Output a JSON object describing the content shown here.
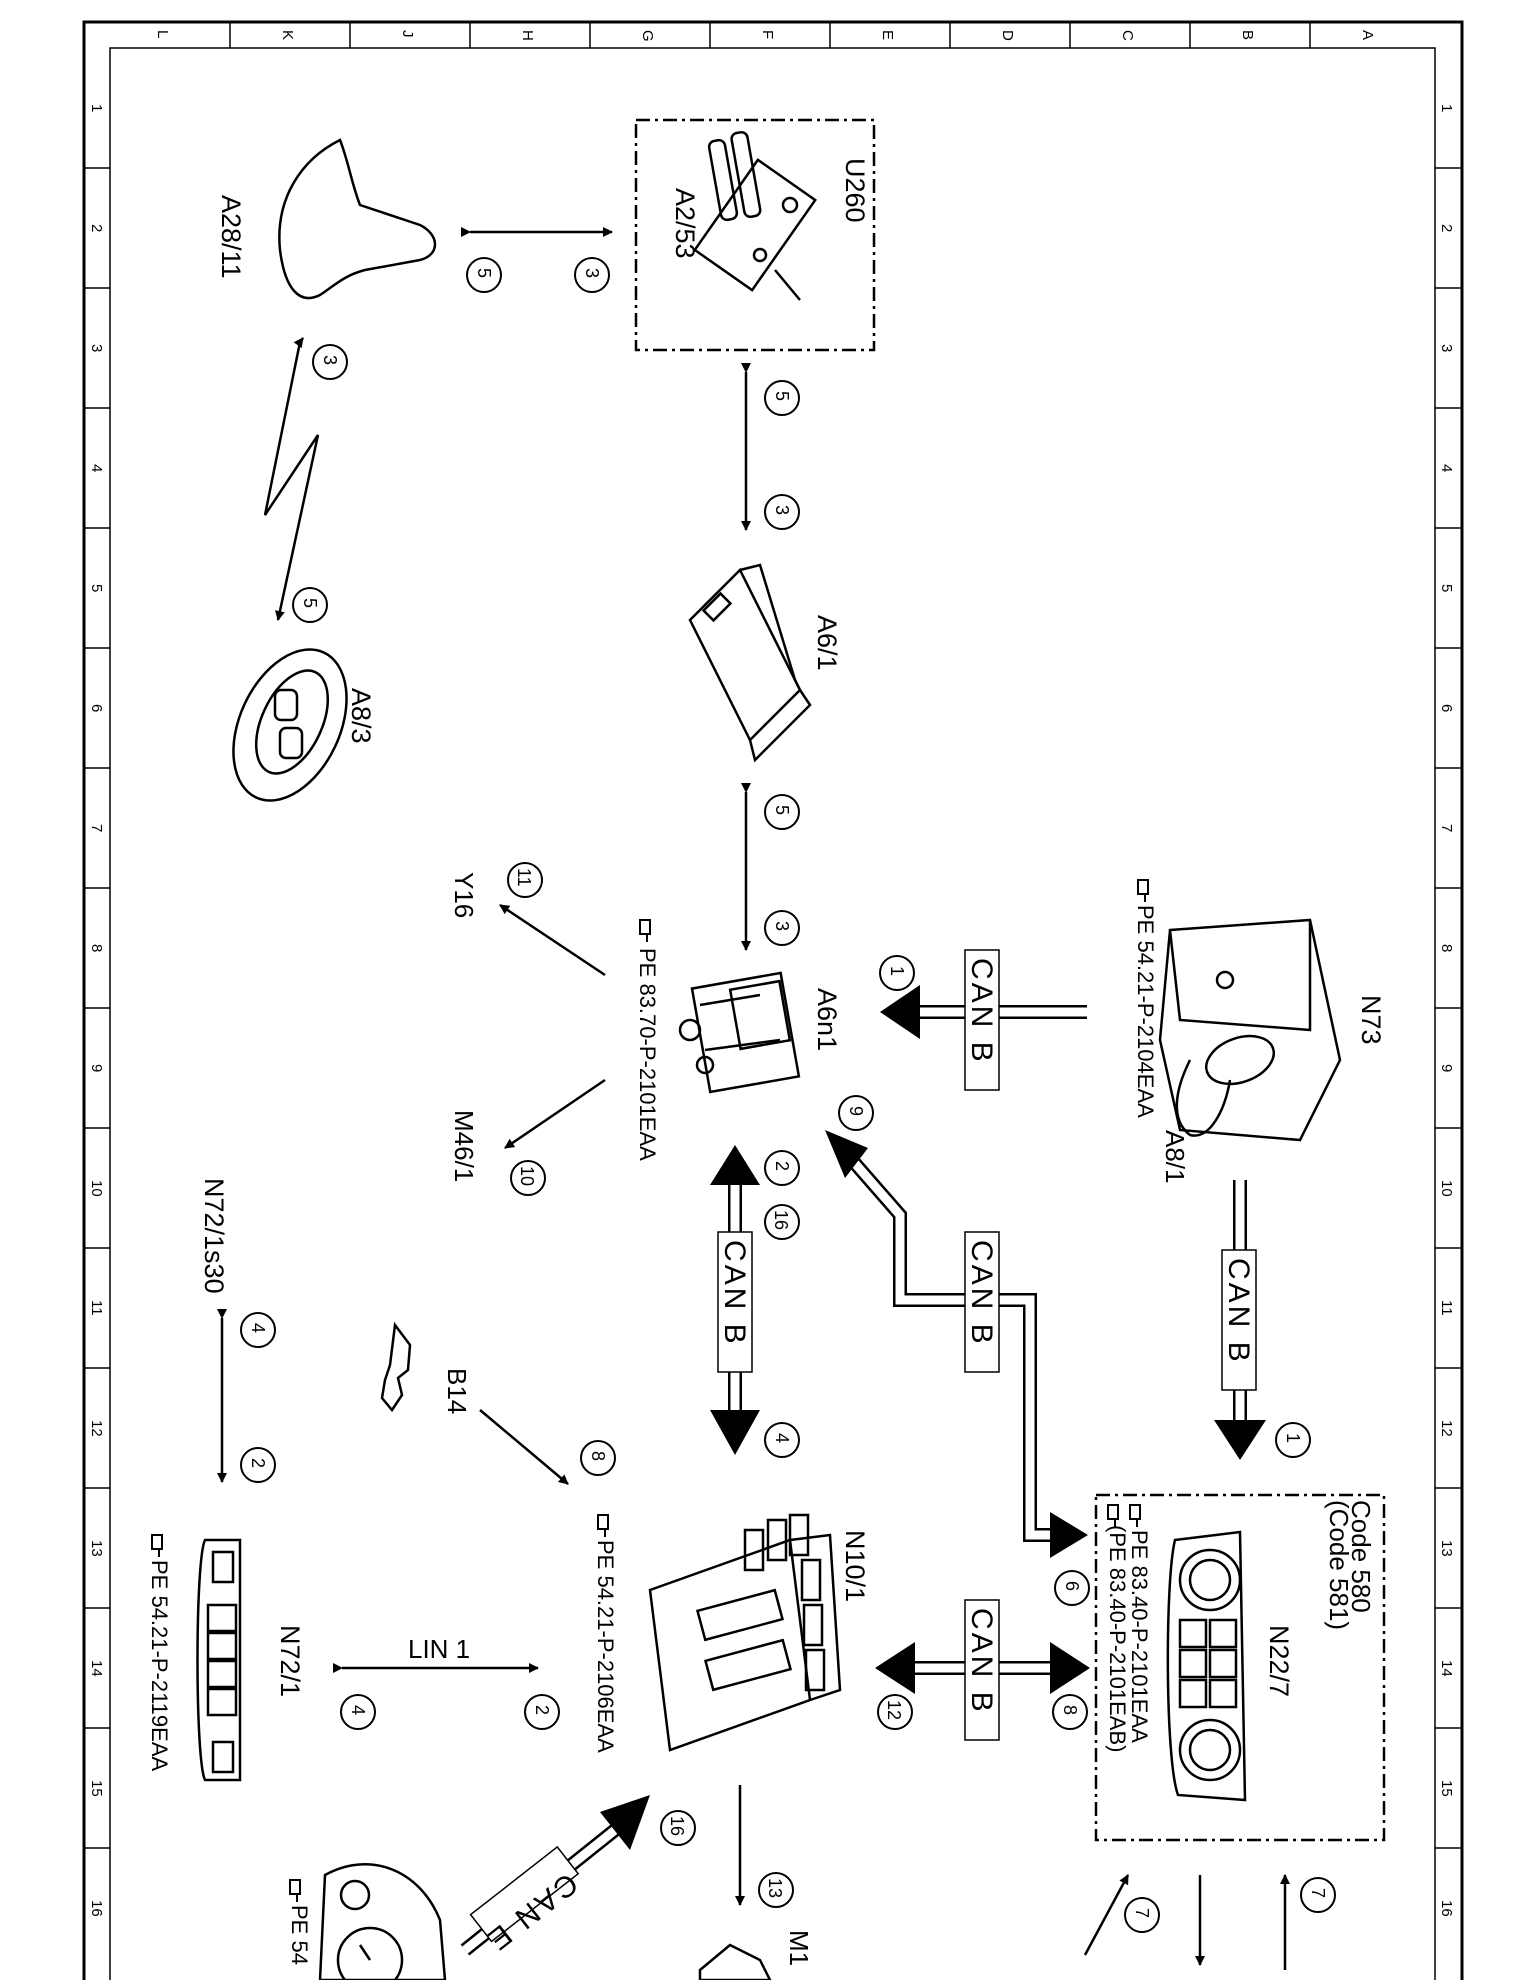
{
  "grid": {
    "columns": [
      "L",
      "K",
      "J",
      "H",
      "G",
      "F",
      "E",
      "D",
      "C",
      "B",
      "A"
    ],
    "rows": [
      "1",
      "2",
      "3",
      "4",
      "5",
      "6",
      "7",
      "8",
      "9",
      "10",
      "11",
      "12",
      "13",
      "14",
      "15",
      "16"
    ]
  },
  "components": {
    "u260": "U260",
    "a2_53": "A2/53",
    "a28_11": "A28/11",
    "a6_1": "A6/1",
    "a8_3": "A8/3",
    "y16": "Y16",
    "a6n1": "A6n1",
    "m46_1": "M46/1",
    "n72_1s30": "N72/1s30",
    "b14": "B14",
    "n72_1": "N72/1",
    "n10_1": "N10/1",
    "n73": "N73",
    "a8_1": "A8/1",
    "n22_7": "N22/7",
    "m1x": "M1"
  },
  "codes": {
    "code_580": "Code 580",
    "code_581": "(Code 581)"
  },
  "refs": {
    "pe_8370": "PE 83.70-P-2101EAA",
    "pe_5421_2104": "PE 54.21-P-2104EAA",
    "pe_5421_2106": "PE 54.21-P-2106EAA",
    "pe_5421_2119": "PE 54.21-P-2119EAA",
    "pe_8340_eaa": "PE 83.40-P-2101EAA",
    "pe_8340_eab": "(PE 83.40-P-2101EAB)",
    "pe_54_cut": "PE 54"
  },
  "buses": {
    "can_b": "CAN B",
    "can_e": "CAN E",
    "lin_1": "LIN 1"
  },
  "signals": {
    "s1": "1",
    "s2": "2",
    "s3": "3",
    "s4": "4",
    "s5": "5",
    "s6": "6",
    "s7": "7",
    "s8": "8",
    "s9": "9",
    "s10": "10",
    "s11": "11",
    "s12": "12",
    "s13": "13",
    "s16": "16"
  },
  "colors": {
    "ink": "#000000",
    "paper": "#ffffff",
    "frame": "#000000"
  }
}
